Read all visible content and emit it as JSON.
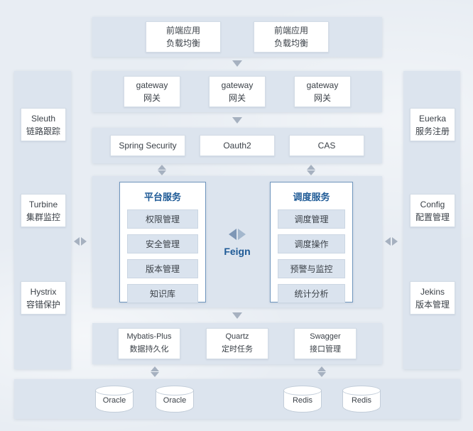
{
  "colors": {
    "page_background": "#e8edf3",
    "band_background": "#dce4ee",
    "panel_border_blue": "#6f95bd",
    "title_blue": "#1e5a96",
    "arrow_gray": "#a6b1c0",
    "item_fill": "#dae3ee"
  },
  "frontend": {
    "items": [
      {
        "line1": "前端应用",
        "line2": "负载均衡"
      },
      {
        "line1": "前端应用",
        "line2": "负载均衡"
      }
    ]
  },
  "gateways": {
    "items": [
      {
        "line1": "gateway",
        "line2": "网关"
      },
      {
        "line1": "gateway",
        "line2": "网关"
      },
      {
        "line1": "gateway",
        "line2": "网关"
      }
    ]
  },
  "security": {
    "items": [
      "Spring Security",
      "Oauth2",
      "CAS"
    ]
  },
  "platform": {
    "title": "平台服务",
    "items": [
      "权限管理",
      "安全管理",
      "版本管理",
      "知识库"
    ]
  },
  "schedule": {
    "title": "调度服务",
    "items": [
      "调度管理",
      "调度操作",
      "预警与监控",
      "统计分析"
    ]
  },
  "feign": {
    "label": "Feign"
  },
  "middleware": {
    "items": [
      {
        "line1": "Mybatis-Plus",
        "line2": "数据持久化"
      },
      {
        "line1": "Quartz",
        "line2": "定时任务"
      },
      {
        "line1": "Swagger",
        "line2": "接口管理"
      }
    ]
  },
  "databases": {
    "items": [
      "Oracle",
      "Oracle",
      "Redis",
      "Redis"
    ]
  },
  "left_column": {
    "items": [
      {
        "line1": "Sleuth",
        "line2": "链路跟踪"
      },
      {
        "line1": "Turbine",
        "line2": "集群监控"
      },
      {
        "line1": "Hystrix",
        "line2": "容错保护"
      }
    ]
  },
  "right_column": {
    "items": [
      {
        "line1": "Euerka",
        "line2": "服务注册"
      },
      {
        "line1": "Config",
        "line2": "配置管理"
      },
      {
        "line1": "Jekins",
        "line2": "版本管理"
      }
    ]
  }
}
